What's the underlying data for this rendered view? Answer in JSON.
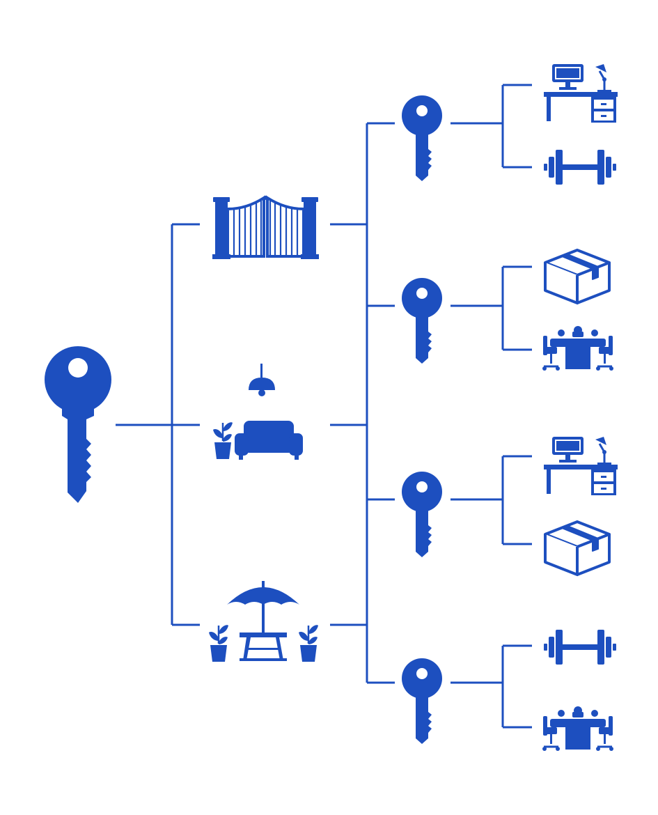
{
  "colors": {
    "primary": "#1d4fbf",
    "background": "#ffffff"
  },
  "diagram": {
    "master_key": {
      "icon": "master-key-icon"
    },
    "areas": [
      {
        "id": "entrance-gate",
        "icon": "gate-icon"
      },
      {
        "id": "lounge",
        "icon": "lounge-icon"
      },
      {
        "id": "patio",
        "icon": "patio-icon"
      }
    ],
    "sub_keys": [
      {
        "id": "key-1",
        "icon": "key-icon",
        "rooms": [
          "office-desk-icon",
          "dumbbell-icon"
        ]
      },
      {
        "id": "key-2",
        "icon": "key-icon",
        "rooms": [
          "box-icon",
          "meeting-room-icon"
        ]
      },
      {
        "id": "key-3",
        "icon": "key-icon",
        "rooms": [
          "office-desk-icon",
          "box-icon"
        ]
      },
      {
        "id": "key-4",
        "icon": "key-icon",
        "rooms": [
          "dumbbell-icon",
          "meeting-room-icon"
        ]
      }
    ]
  }
}
